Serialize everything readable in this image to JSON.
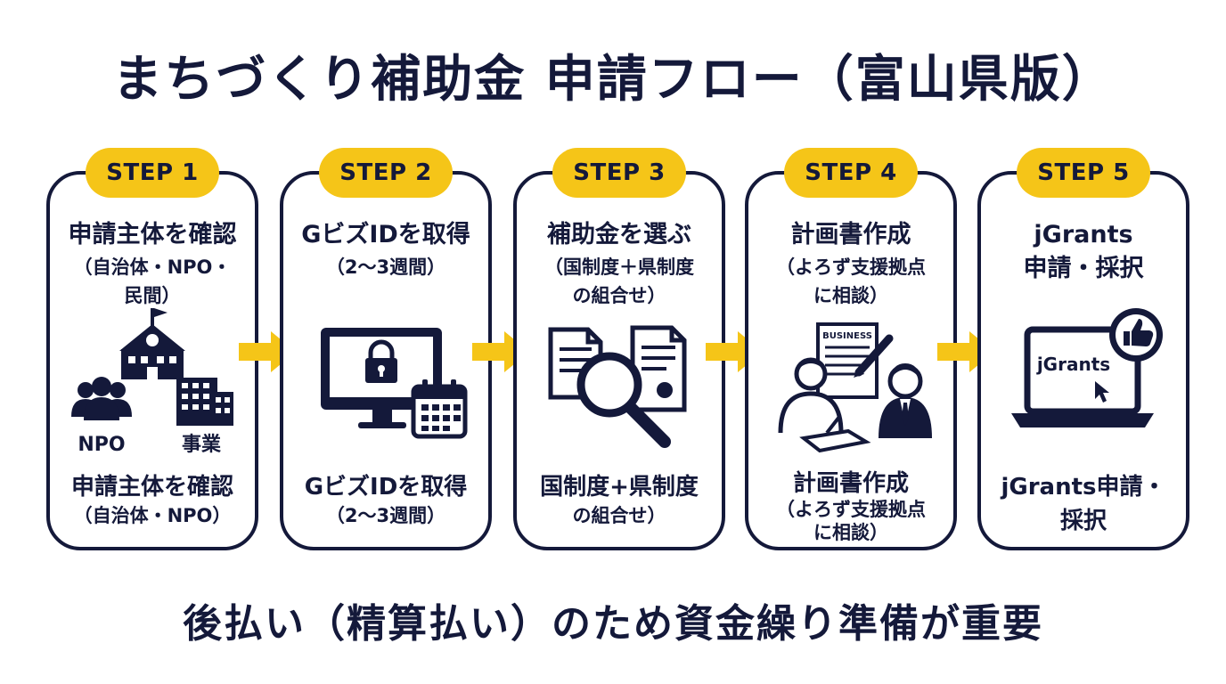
{
  "title": "まちづくり補助金 申請フロー（富山県版）",
  "footer": "後払い（精算払い）のため資金繰り準備が重要",
  "colors": {
    "navy": "#14193a",
    "accent": "#f5c518",
    "background": "#ffffff"
  },
  "steps": [
    {
      "badge": "STEP 1",
      "head": "申請主体を確認",
      "sub_line1": "（自治体・NPO・",
      "sub_line2": "民間）",
      "icon_label_npo": "NPO",
      "icon_label_biz": "事業",
      "bottom_line1": "申請主体を確認",
      "bottom_line2": "（自治体・NPO）",
      "icons": [
        "school-building-icon",
        "people-group-icon",
        "office-building-icon"
      ]
    },
    {
      "badge": "STEP 2",
      "head": "GビズIDを取得",
      "sub_line1": "（2〜3週間）",
      "bottom_line1": "GビズIDを取得",
      "bottom_line2": "（2〜3週間）",
      "icons": [
        "monitor-lock-icon",
        "calendar-icon"
      ]
    },
    {
      "badge": "STEP 3",
      "head": "補助金を選ぶ",
      "sub_line1": "（国制度＋県制度",
      "sub_line2": "の組合せ）",
      "bottom_line1": "国制度+県制度",
      "bottom_line2": "の組合せ）",
      "icons": [
        "documents-icon",
        "magnifier-icon"
      ]
    },
    {
      "badge": "STEP 4",
      "head": "計画書作成",
      "sub_line1": "（よろず支援拠点",
      "sub_line2": "に相談）",
      "icon_label_doc": "BUSINESS",
      "bottom_line1": "計画書作成",
      "bottom_line2": "（よろず支援拠点",
      "bottom_line3": "に相談）",
      "icons": [
        "business-document-icon",
        "pen-icon",
        "person-writing-icon",
        "advisor-icon"
      ]
    },
    {
      "badge": "STEP 5",
      "head": "jGrants",
      "head_line2": "申請・採択",
      "screen_text": "jGrants",
      "bottom_line1": "jGrants申請・",
      "bottom_line2": "採択",
      "icons": [
        "laptop-icon",
        "thumbs-up-badge-icon",
        "cursor-icon"
      ]
    }
  ]
}
